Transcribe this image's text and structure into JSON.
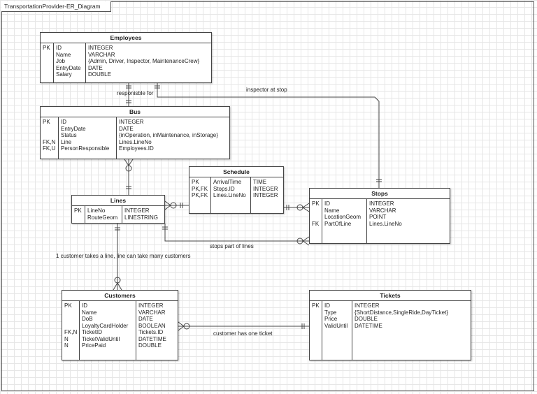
{
  "diagram_title": "TransportationProvider-ER_Diagram",
  "entities": {
    "employees": {
      "title": "Employees",
      "keys": [
        "PK",
        "",
        "",
        "",
        ""
      ],
      "names": [
        "ID",
        "Name",
        "Job",
        "EntryDate",
        "Salary"
      ],
      "types": [
        "INTEGER",
        "VARCHAR",
        "{Admin, Driver, Inspector,  MaintenanceCrew}",
        "DATE",
        "DOUBLE"
      ]
    },
    "bus": {
      "title": "Bus",
      "keys": [
        "PK",
        "",
        "",
        "FK,N",
        "FK,U"
      ],
      "names": [
        "ID",
        "EntryDate",
        "Status",
        "Line",
        "PersonResponsible"
      ],
      "types": [
        "INTEGER",
        "DATE",
        "{inOperation, inMaintenance, inStorage}",
        "Lines.LineNo",
        "Employees.ID"
      ]
    },
    "schedule": {
      "title": "Schedule",
      "keys": [
        "PK",
        "PK,FK",
        "PK,FK"
      ],
      "names": [
        "ArrivalTime",
        "Stops.ID",
        "Lines.LineNo"
      ],
      "types": [
        "TIME",
        "INTEGER",
        "INTEGER"
      ]
    },
    "lines": {
      "title": "Lines",
      "keys": [
        "PK",
        ""
      ],
      "names": [
        "LineNo",
        "RouteGeom"
      ],
      "types": [
        "INTEGER",
        "LINESTRING"
      ]
    },
    "stops": {
      "title": "Stops",
      "keys": [
        "PK",
        "",
        "",
        "FK"
      ],
      "names": [
        "ID",
        "Name",
        "LocationGeom",
        "PartOfLine"
      ],
      "types": [
        "INTEGER",
        "VARCHAR",
        "POINT",
        "Lines.LineNo"
      ]
    },
    "customers": {
      "title": "Customers",
      "keys": [
        "PK",
        "",
        "",
        "",
        "FK,N",
        "N",
        "N"
      ],
      "names": [
        "ID",
        "Name",
        "DoB",
        "LoyaltyCardHolder",
        "TicketID",
        "TicketValidUntil",
        "PricePaid"
      ],
      "types": [
        "INTEGER",
        "VARCHAR",
        "DATE",
        "BOOLEAN",
        "Tickets.ID",
        "DATETIME",
        "DOUBLE"
      ]
    },
    "tickets": {
      "title": "Tickets",
      "keys": [
        "PK",
        "",
        "",
        ""
      ],
      "names": [
        "ID",
        "Type",
        "Price",
        "ValidUntil"
      ],
      "types": [
        "INTEGER",
        "{ShortDistance,SingleRide,DayTicket}",
        "DOUBLE",
        "DATETIME"
      ]
    }
  },
  "relationships": {
    "responsible_for": "responisble for",
    "inspector_at_stop": "inspector at stop",
    "stops_part_of_lines": "stops part of lines",
    "customer_line": "1 customer takes a line, line can take many customers",
    "customer_ticket": "customer has one ticket"
  }
}
